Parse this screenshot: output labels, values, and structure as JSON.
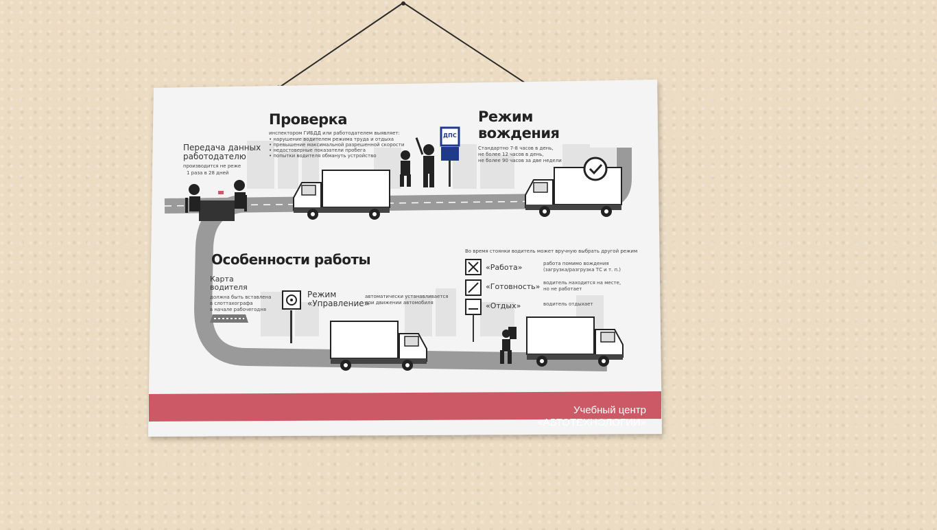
{
  "poster": {
    "check": {
      "title": "Проверка",
      "intro": "инспектором ГИБДД или работодателем выявляет:",
      "bullets": [
        "нарушение водителем режима труда и отдыха",
        "превышение максимальной разрешенной скорости",
        "недостоверные показатели пробега",
        "попытки водителя обмануть устройство"
      ],
      "sign": "ДПС"
    },
    "transfer": {
      "title_line1": "Передача данных",
      "title_line2": "работодателю",
      "note_line1": "производится не реже",
      "note_line2": "1 раза в 28 дней"
    },
    "driving": {
      "title_line1": "Режим",
      "title_line2": "вождения",
      "lines": [
        "Стандартно 7-8 часов в день,",
        "не более 12 часов в день,",
        "не более 90 часов за две недели"
      ]
    },
    "features": {
      "title": "Особенности работы"
    },
    "card": {
      "title_line1": "Карта",
      "title_line2": "водителя",
      "note": [
        "должна быть вставлена",
        "в слоттахографа",
        "в начале рабочегодня"
      ]
    },
    "control": {
      "title_line1": "Режим",
      "title_line2": "«Управление»",
      "note_line1": "автоматически устанавливается",
      "note_line2": "при движении автомобиля"
    },
    "parking": {
      "note": "Во время стоянки водитель может вручную выбрать другой режим",
      "modes": [
        {
          "label": "«Работа»",
          "desc_line1": "работа помимо вождения",
          "desc_line2": "(загрузка/разгрузка ТС и т. п.)"
        },
        {
          "label": "«Готовность»",
          "desc_line1": "водитель находится на месте,",
          "desc_line2": "но не работает"
        },
        {
          "label": "«Отдых»",
          "desc_line1": "водитель отдыхает",
          "desc_line2": ""
        }
      ]
    },
    "footer": {
      "line1": "Учебный центр",
      "line2": "«АВТОТЕХНОЛОГИИ»"
    },
    "colors": {
      "banner": "#cc5a66",
      "road": "#9a9a9a",
      "city": "#e3e3e3",
      "paper": "#f4f4f4"
    }
  }
}
